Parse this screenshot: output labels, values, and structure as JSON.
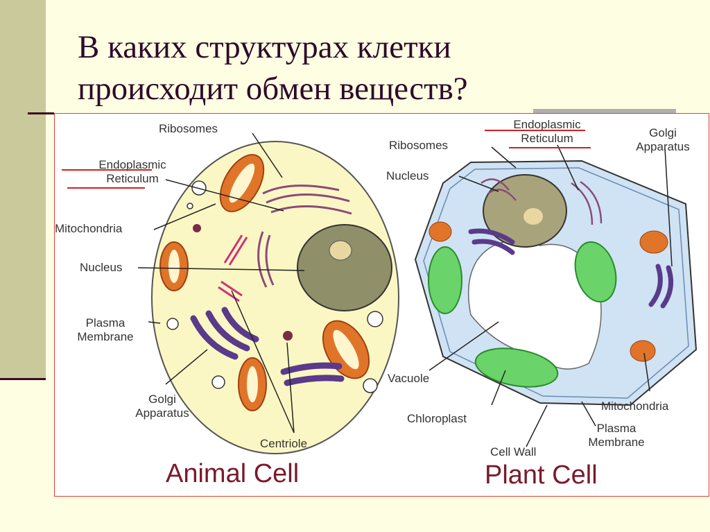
{
  "slide": {
    "title_line1": "В каких структурах клетки",
    "title_line2": "происходит обмен веществ?",
    "colors": {
      "background": "#fefee2",
      "sidebar": "#c9c99b",
      "title_text": "#2e0a2a",
      "frame_border": "#d84040",
      "cell_title": "#7a1a2c"
    }
  },
  "animal_cell": {
    "title": "Animal Cell",
    "labels": {
      "ribosomes": "Ribosomes",
      "er_line1": "Endoplasmic",
      "er_line2": "Reticulum",
      "mitochondria": "Mitochondria",
      "nucleus": "Nucleus",
      "plasma_line1": "Plasma",
      "plasma_line2": "Membrane",
      "golgi_line1": "Golgi",
      "golgi_line2": "Apparatus",
      "centriole": "Centriole"
    }
  },
  "plant_cell": {
    "title": "Plant Cell",
    "labels": {
      "er_line1": "Endoplasmic",
      "er_line2": "Reticulum",
      "ribosomes": "Ribosomes",
      "golgi_line1": "Golgi",
      "golgi_line2": "Apparatus",
      "nucleus": "Nucleus",
      "vacuole": "Vacuole",
      "chloroplast": "Chloroplast",
      "mitochondria": "Mitochondria",
      "plasma_line1": "Plasma",
      "plasma_line2": "Membrane",
      "cell_wall": "Cell Wall"
    }
  }
}
